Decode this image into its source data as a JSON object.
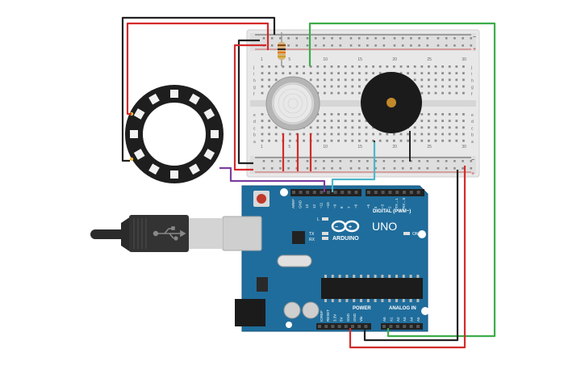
{
  "arduino": {
    "model": "UNO",
    "brand": "ARDUINO",
    "digital_header": "DIGITAL (PWM~)",
    "power_header": "POWER",
    "analog_header": "ANALOG IN",
    "on_label": "ON",
    "led_l": "L",
    "led_tx": "TX",
    "led_rx": "RX",
    "top_pins": [
      "AREF",
      "GND",
      "13",
      "12",
      "~11",
      "~10",
      "~9",
      "8",
      "7",
      "~6",
      "~5",
      "4",
      "~3",
      "2",
      "TX→1",
      "RX←0"
    ],
    "power_pins": [
      "IOREF",
      "RESET",
      "3.3V",
      "5V",
      "GND",
      "GND",
      "Vin"
    ],
    "analog_pins": [
      "A0",
      "A1",
      "A2",
      "A3",
      "A4",
      "A5"
    ]
  },
  "breadboard": {
    "column_numbers": [
      "1",
      "5",
      "10",
      "15",
      "20",
      "25",
      "30"
    ],
    "row_letters_top": [
      "j",
      "i",
      "h",
      "g",
      "f"
    ],
    "row_letters_bottom": [
      "e",
      "d",
      "c",
      "b",
      "a"
    ],
    "rail_plus": "+",
    "rail_minus": "−"
  },
  "components": {
    "neopixel_ring": "neopixel-ring-12",
    "gas_sensor": "gas-sensor",
    "buzzer": "piezo-buzzer",
    "resistor": "resistor",
    "usb_cable": "usb-b-cable"
  },
  "colors": {
    "board_blue": "#1f6d9c",
    "breadboard": "#e6e6e6",
    "wire_red": "#d42a2a",
    "wire_black": "#222222",
    "wire_green": "#3cad4a",
    "wire_purple": "#7b3fa0",
    "wire_cyan": "#4fb6c7"
  }
}
